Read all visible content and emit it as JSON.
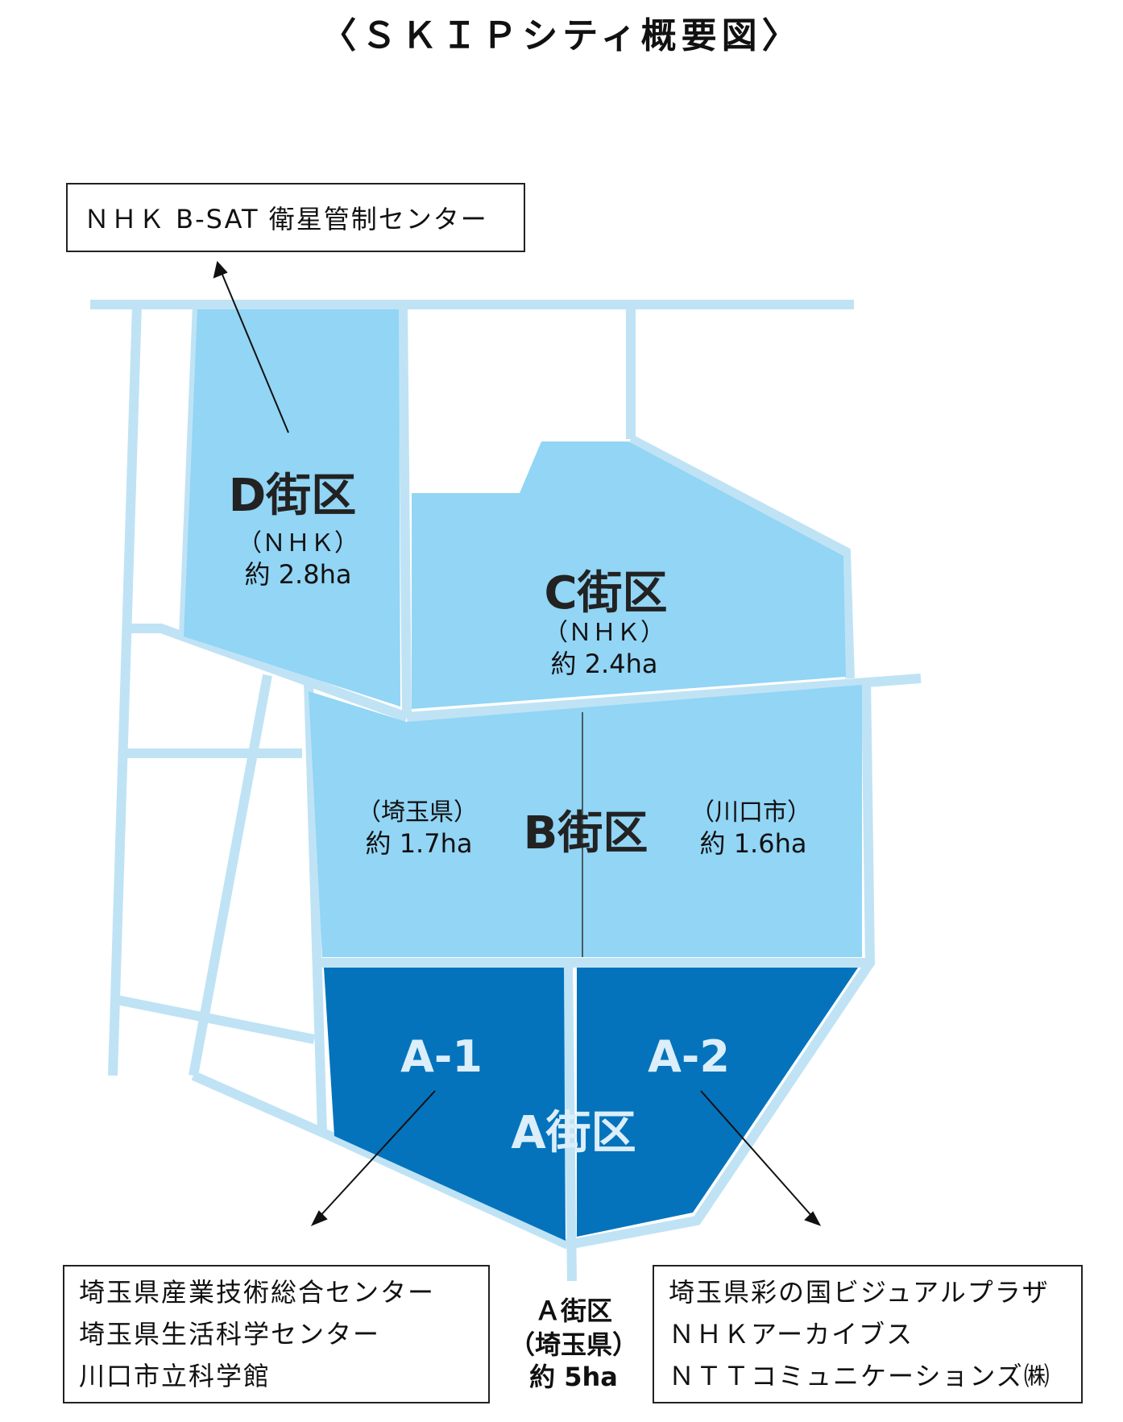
{
  "title": "〈ＳＫＩＰシティ概要図〉",
  "colors": {
    "road": "#bfe3f5",
    "district_light": "#92d5f5",
    "district_dark": "#0473bc",
    "text_dark": "#222222",
    "text_light": "#dbeef9"
  },
  "callouts": {
    "nhk_bsat": "ＮＨＫ B-SAT 衛星管制センター",
    "a1_facilities": [
      "埼玉県産業技術総合センター",
      "埼玉県生活科学センター",
      "川口市立科学館"
    ],
    "a2_facilities": [
      "埼玉県彩の国ビジュアルプラザ",
      "ＮＨＫアーカイブス",
      "ＮＴＴコミュニケーションズ㈱"
    ]
  },
  "districts": {
    "d": {
      "name": "D街区",
      "owner": "（ＮＨＫ）",
      "area": "約 2.8ha"
    },
    "c": {
      "name": "C街区",
      "owner": "（ＮＨＫ）",
      "area": "約 2.4ha"
    },
    "b": {
      "name": "B街区",
      "left_owner": "（埼玉県）",
      "left_area": "約 1.7ha",
      "right_owner": "（川口市）",
      "right_area": "約 1.6ha"
    },
    "a": {
      "name": "A街区",
      "sub1": "A-1",
      "sub2": "A-2"
    },
    "a_caption": {
      "name": "Ａ街区",
      "owner": "（埼玉県）",
      "area": "約 5ha"
    }
  }
}
